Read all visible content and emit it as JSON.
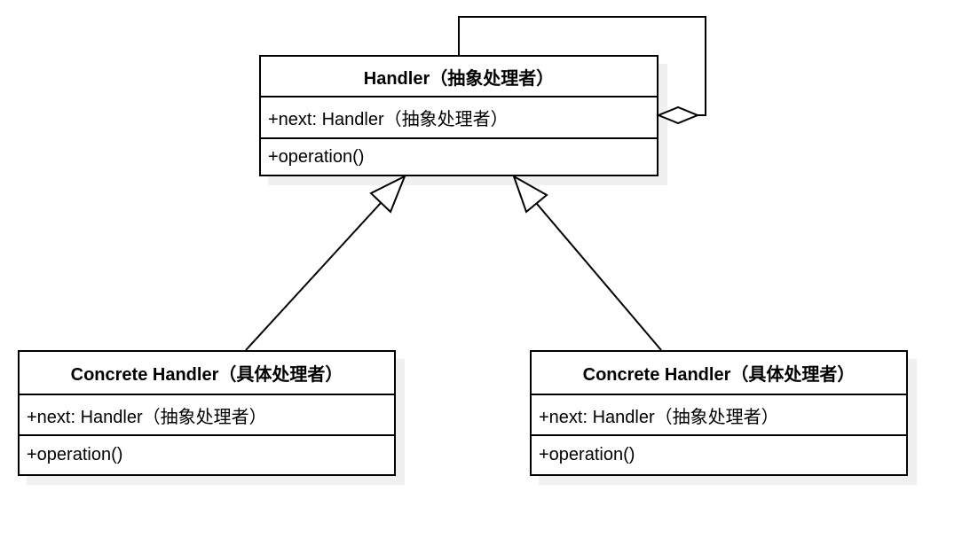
{
  "diagram": {
    "type": "uml-class-diagram",
    "background": "#ffffff",
    "colors": {
      "line": "#000000",
      "box_fill": "#ffffff",
      "box_border": "#000000",
      "shadow": "#f0f0f0",
      "text": "#000000"
    },
    "classes": [
      {
        "name": "handler",
        "title": "Handler（抽象处理者）",
        "attributes": [
          "+next: Handler（抽象处理者）"
        ],
        "methods": [
          "+operation()"
        ]
      },
      {
        "name": "concrete-handler-left",
        "title": "Concrete Handler（具体处理者）",
        "attributes": [
          "+next: Handler（抽象处理者）"
        ],
        "methods": [
          "+operation()"
        ]
      },
      {
        "name": "concrete-handler-right",
        "title": "Concrete Handler（具体处理者）",
        "attributes": [
          "+next: Handler（抽象处理者）"
        ],
        "methods": [
          "+operation()"
        ]
      }
    ],
    "relationships": [
      {
        "type": "aggregation",
        "from": "handler",
        "to": "handler",
        "arrow": "hollow-diamond",
        "route": "self-loop-top-right"
      },
      {
        "type": "generalization",
        "from": "concrete-handler-left",
        "to": "handler",
        "arrow": "hollow-triangle"
      },
      {
        "type": "generalization",
        "from": "concrete-handler-right",
        "to": "handler",
        "arrow": "hollow-triangle"
      }
    ]
  }
}
